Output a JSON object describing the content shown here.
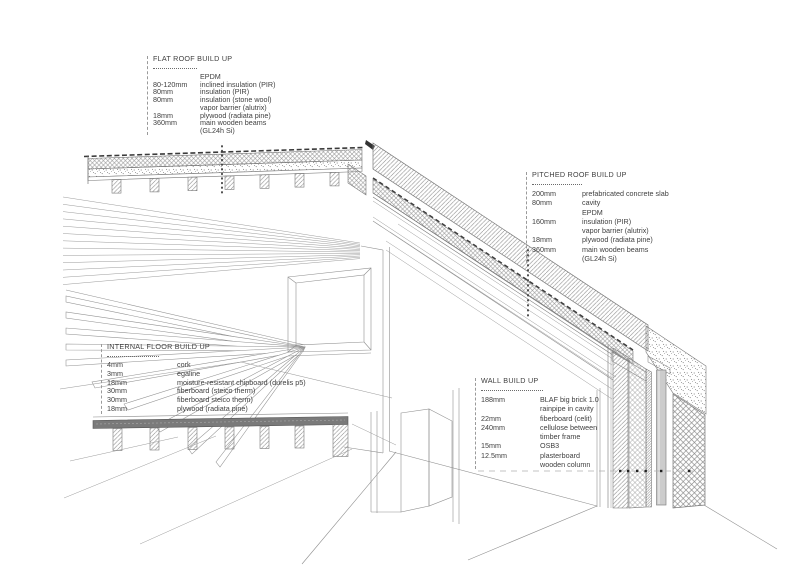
{
  "blocks": {
    "flat_roof": {
      "title": "FLAT ROOF BUILD UP",
      "rows": [
        {
          "size": "",
          "desc": "EPDM"
        },
        {
          "size": "80-120mm",
          "desc": "inclined insulation (PIR)"
        },
        {
          "size": "80mm",
          "desc": "insulation (PIR)"
        },
        {
          "size": "80mm",
          "desc": "insulation (stone wool)"
        },
        {
          "size": "",
          "desc": "vapor barrier (alutrix)"
        },
        {
          "size": "18mm",
          "desc": "plywood (radiata pine)"
        },
        {
          "size": "360mm",
          "desc": "main wooden beams"
        },
        {
          "size": "",
          "desc": "(GL24h Si)"
        }
      ]
    },
    "pitched_roof": {
      "title": "PITCHED ROOF BUILD UP",
      "rows": [
        {
          "size": "200mm",
          "desc": "prefabricated concrete slab"
        },
        {
          "size": "80mm",
          "desc": "cavity"
        },
        {
          "size": "",
          "desc": "EPDM"
        },
        {
          "size": "160mm",
          "desc": "insulation (PIR)"
        },
        {
          "size": "",
          "desc": "vapor barrier (alutrix)"
        },
        {
          "size": "18mm",
          "desc": "plywood (radiata pine)"
        },
        {
          "size": "360mm",
          "desc": "main wooden beams"
        },
        {
          "size": "",
          "desc": "(GL24h Si)"
        }
      ]
    },
    "internal_floor": {
      "title": "INTERNAL FLOOR BUILD UP",
      "rows": [
        {
          "size": "4mm",
          "desc": "cork"
        },
        {
          "size": "3mm",
          "desc": "egaline"
        },
        {
          "size": "18mm",
          "desc": "moisture-resistant chipboard (durelis p5)"
        },
        {
          "size": "30mm",
          "desc": "fiberboard (steico therm)"
        },
        {
          "size": "30mm",
          "desc": "fiberboard steico therm)"
        },
        {
          "size": "18mm",
          "desc": "plywood (radiata pine)"
        }
      ]
    },
    "wall": {
      "title": "WALL BUILD UP",
      "rows": [
        {
          "size": "188mm",
          "desc": "BLAF big brick 1.0"
        },
        {
          "size": "",
          "desc": "rainpipe in cavity"
        },
        {
          "size": "22mm",
          "desc": "fiberboard (celit)"
        },
        {
          "size": "240mm",
          "desc": "cellulose between"
        },
        {
          "size": "",
          "desc": "timber frame"
        },
        {
          "size": "15mm",
          "desc": "OSB3"
        },
        {
          "size": "12.5mm",
          "desc": "plasterboard"
        },
        {
          "size": "",
          "desc": "wooden column"
        }
      ]
    }
  },
  "colors": {
    "text": "#3f3f3f",
    "line": "#8a8a8a",
    "dark_line": "#3a3a3a",
    "slab_fill": "#7a7a7a",
    "pipe_fill": "#cccccc",
    "background": "#ffffff"
  }
}
